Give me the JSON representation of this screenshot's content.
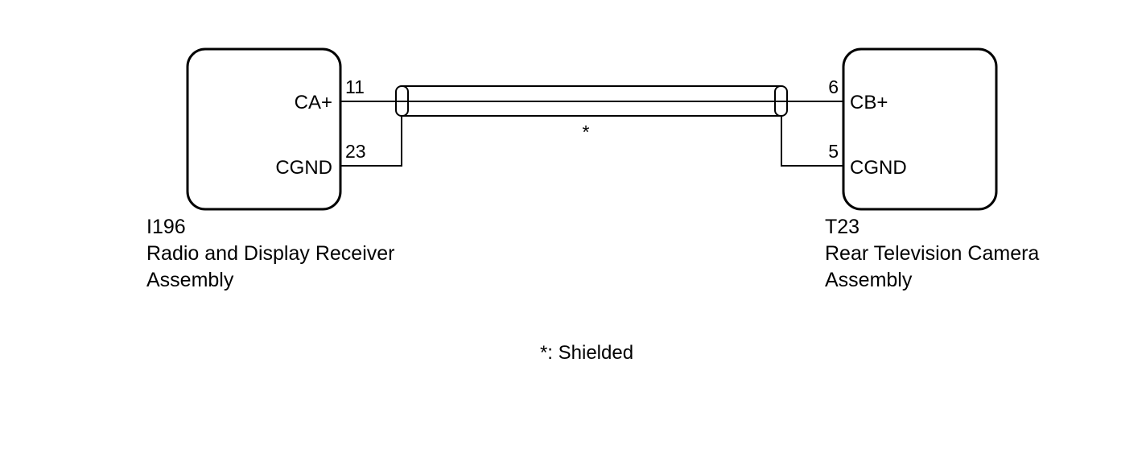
{
  "left_component": {
    "code": "I196",
    "name_line1": "Radio and Display Receiver",
    "name_line2": "Assembly",
    "pins": [
      {
        "label": "CA+",
        "number": "11"
      },
      {
        "label": "CGND",
        "number": "23"
      }
    ]
  },
  "right_component": {
    "code": "T23",
    "name_line1": "Rear Television Camera",
    "name_line2": "Assembly",
    "pins": [
      {
        "label": "CB+",
        "number": "6"
      },
      {
        "label": "CGND",
        "number": "5"
      }
    ]
  },
  "shield_marker": "*",
  "legend": "*: Shielded"
}
